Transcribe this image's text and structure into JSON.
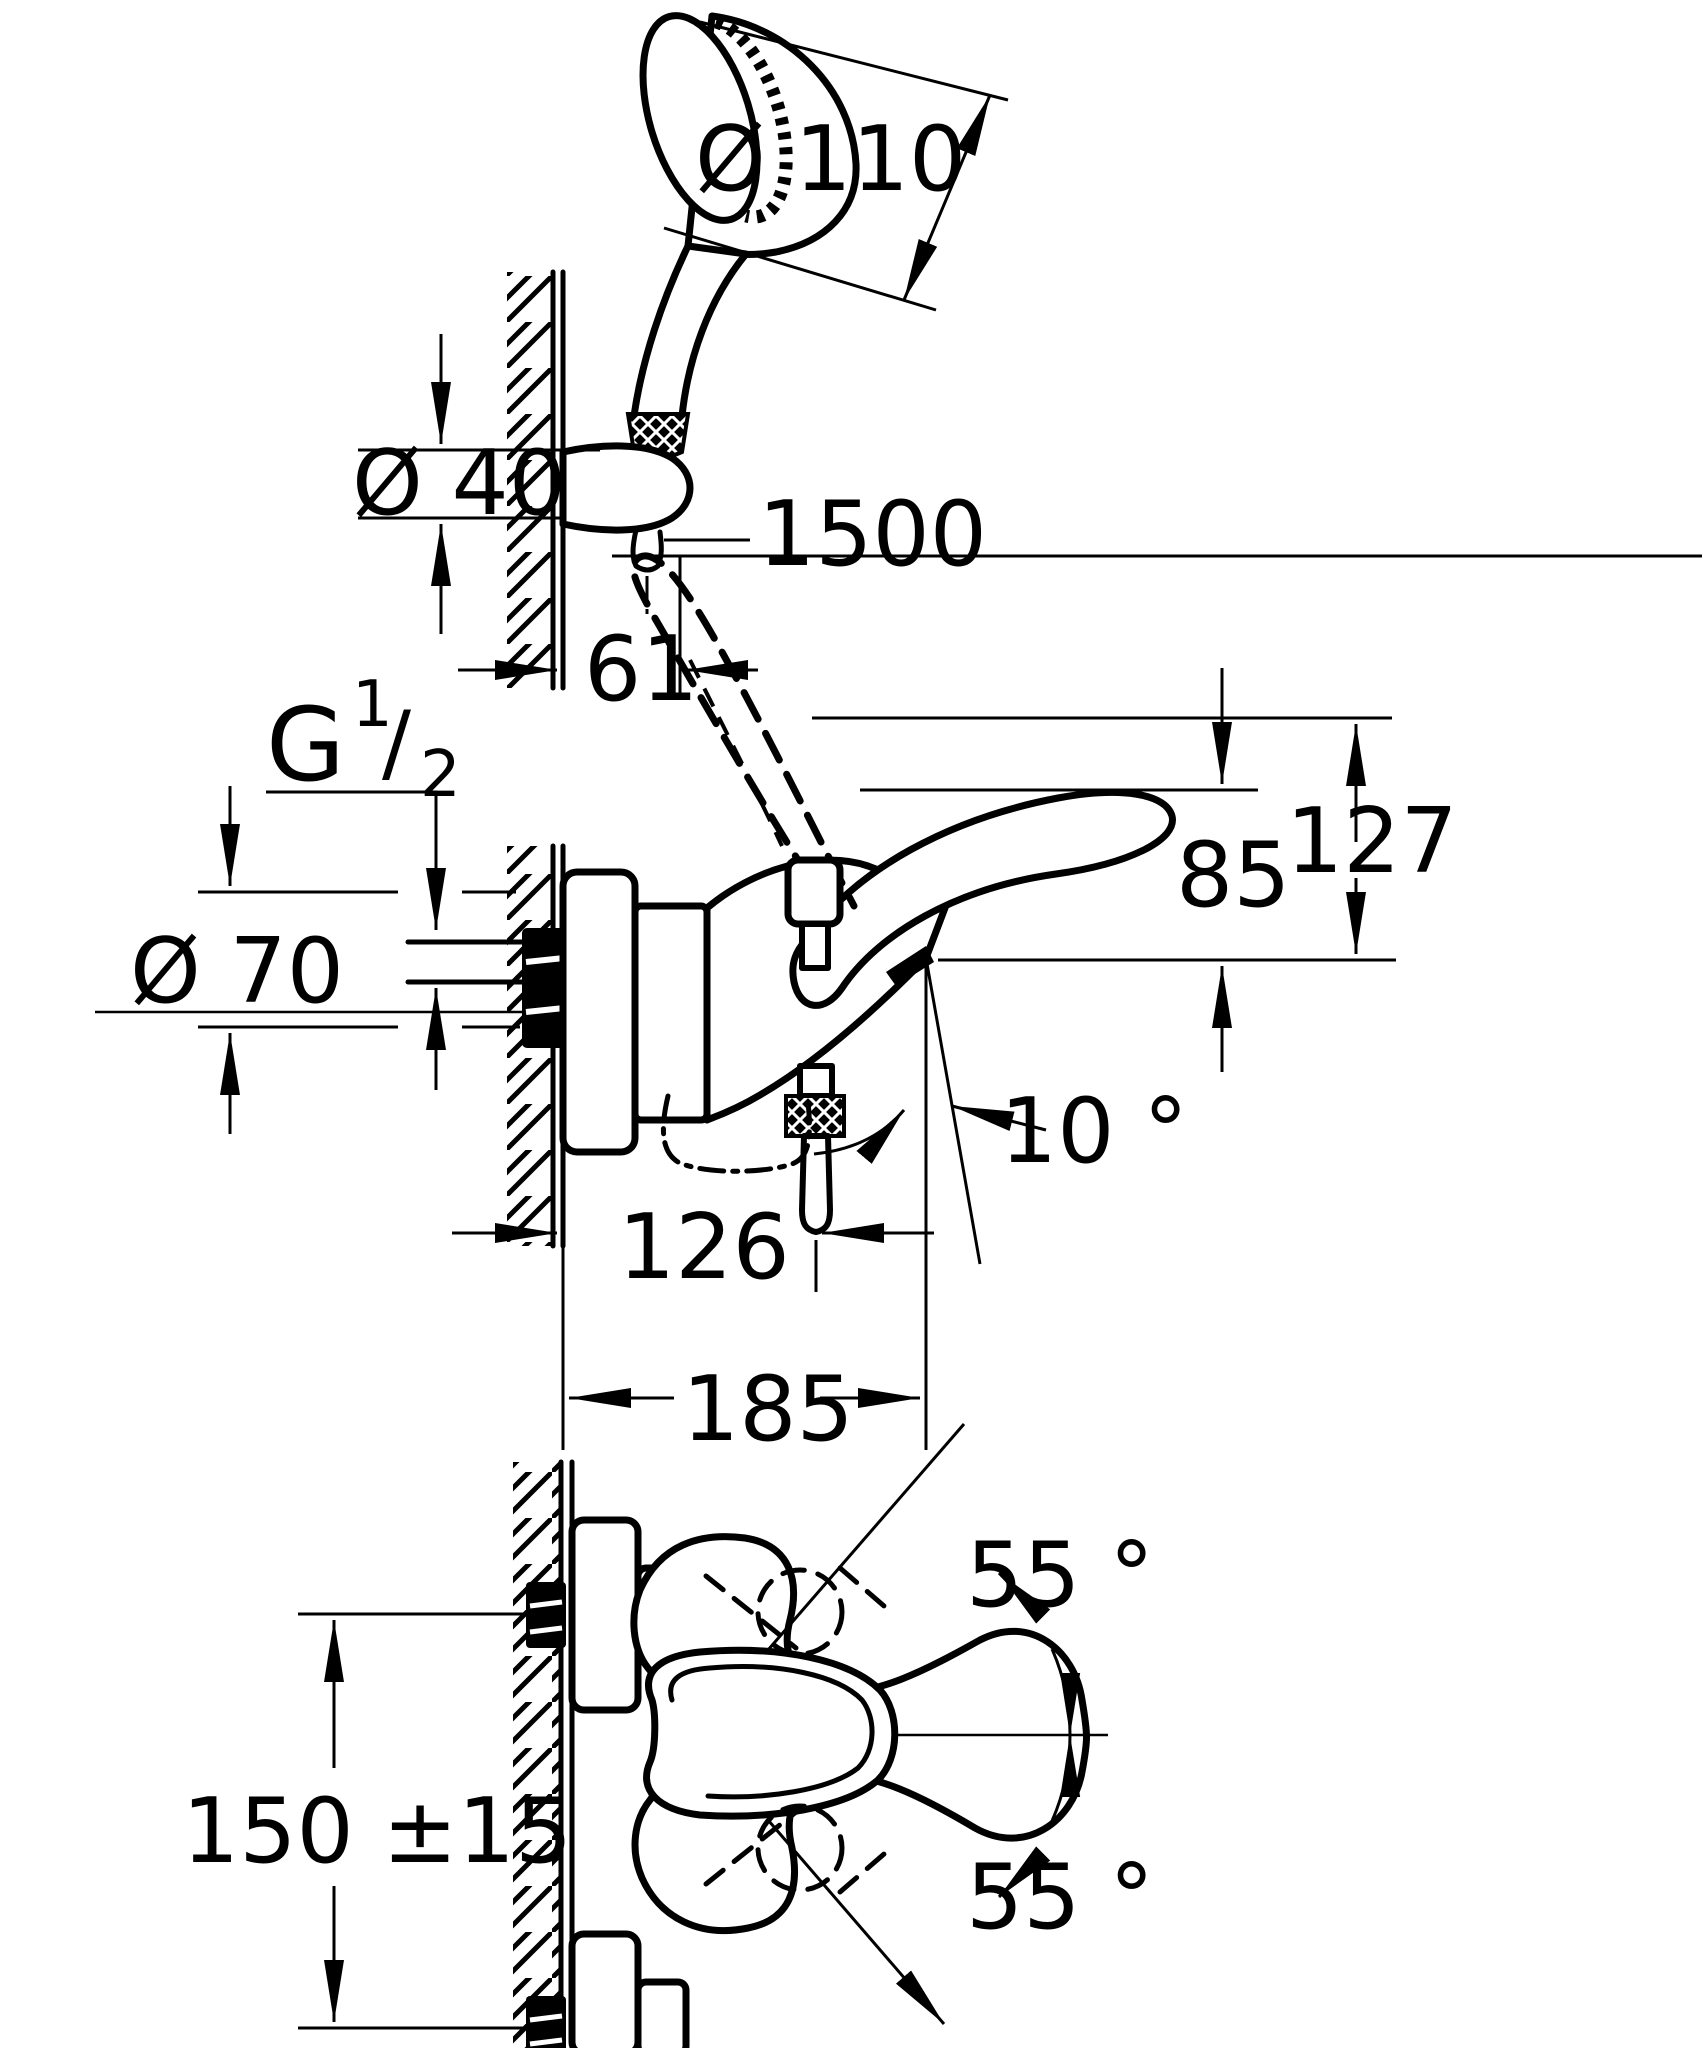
{
  "page": {
    "background": "#ffffff",
    "ink": "#000000",
    "type": "technical-dimension-drawing"
  },
  "figures": {
    "hand_shower": {
      "labels": {
        "head_diameter": "Ø 110",
        "holder_diameter": "Ø 40",
        "hose_length": "1500",
        "wall_offset": "61"
      }
    },
    "mixer_side": {
      "labels": {
        "thread_prefix": "G",
        "thread_num": "1",
        "thread_slash": "/",
        "thread_den": "2",
        "escutcheon_diameter": "Ø 70",
        "total_height": "127",
        "body_height": "85",
        "spout_angle": "10 °",
        "hose_offset": "126",
        "spout_projection": "185"
      }
    },
    "mixer_top": {
      "labels": {
        "connection_distance": "150 ±15",
        "lever_swing_upper": "55 °",
        "lever_swing_lower": "55 °"
      }
    }
  }
}
